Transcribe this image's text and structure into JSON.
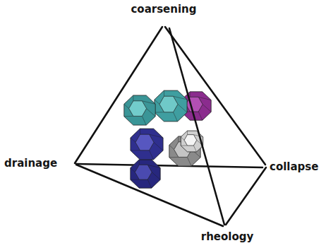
{
  "diagram": {
    "labels": [
      "coarsening",
      "drainage",
      "collapse",
      "rheology"
    ]
  }
}
